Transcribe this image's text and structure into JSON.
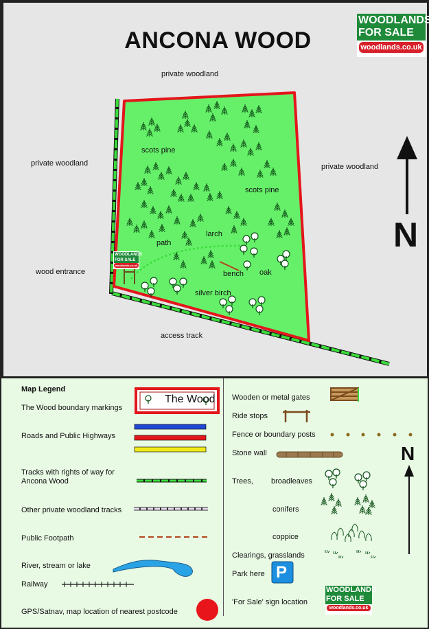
{
  "map": {
    "title": "ANCONA WOOD",
    "north_label": "N",
    "labels": {
      "private_woodland_top": "private woodland",
      "private_woodland_left": "private woodland",
      "private_woodland_right": "private woodland",
      "wood_entrance": "wood entrance",
      "access_track": "access track",
      "scots_pine_1": "scots pine",
      "scots_pine_2": "scots pine",
      "larch": "larch",
      "path": "path",
      "bench": "bench",
      "oak": "oak",
      "silver_birch": "silver birch"
    },
    "logo": {
      "line1": "WOODLANDS",
      "line2": "FOR SALE",
      "line3": "woodlands.co.uk"
    }
  },
  "legend": {
    "heading": "Map Legend",
    "wood_sample_label": "The Wood",
    "north_label": "N",
    "left": [
      "The Wood boundary markings",
      "Roads and Public Highways",
      "Tracks with rights of way for\nAncona Wood",
      "Other private woodland tracks",
      "Public Footpath",
      "River, stream or lake",
      "Railway",
      "GPS/Satnav, map location of nearest postcode"
    ],
    "right": {
      "gates": "Wooden or metal gates",
      "ride_stops": "Ride stops",
      "fence_posts": "Fence or boundary posts",
      "stone_wall": "Stone wall",
      "trees": "Trees,",
      "broadleaves": "broadleaves",
      "conifers": "conifers",
      "coppice": "coppice",
      "clearings": "Clearings, grasslands",
      "park_here": "Park here",
      "park_symbol": "P",
      "for_sale_sign": "'For Sale'  sign location"
    }
  },
  "colors": {
    "boundary_red": "#e3161b",
    "wood_green": "#66f06a",
    "track_green": "#3bdc3b",
    "road_blue": "#1f48d6",
    "road_red": "#e3161b",
    "road_yellow": "#f1ea1a",
    "footpath_brown": "#b3431c",
    "river_blue": "#2aa3e6",
    "park_blue": "#1c8fe0",
    "postcode_red": "#e8161b",
    "logo_green": "#1f8a3a",
    "logo_red": "#d8202a"
  }
}
